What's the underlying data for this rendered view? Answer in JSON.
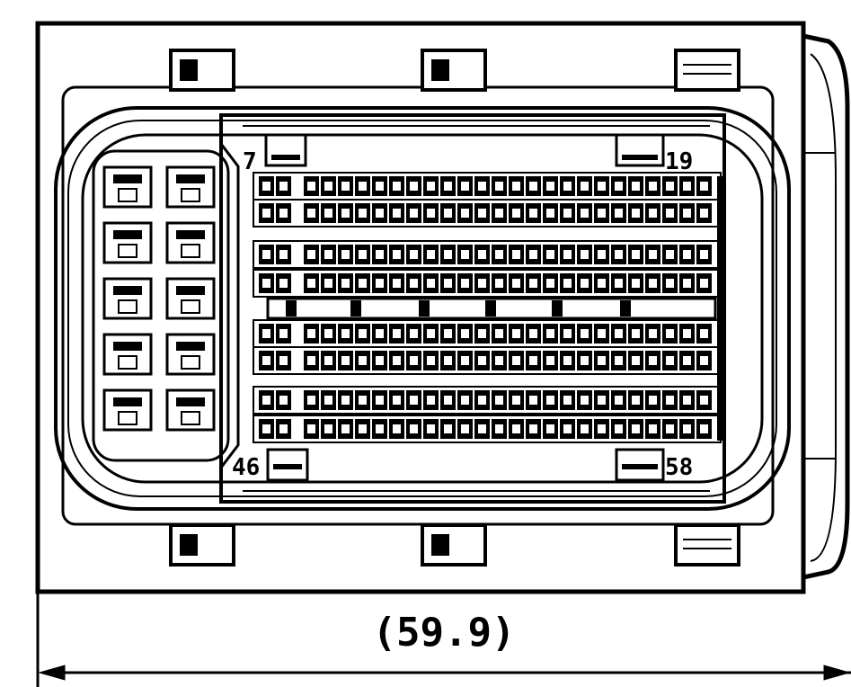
{
  "drawing": {
    "pin_labels": {
      "top_left": "7",
      "top_right": "19",
      "bottom_left": "46",
      "bottom_right": "58"
    },
    "dimension": {
      "value_text": "(59.9)"
    },
    "colors": {
      "line": "#000000",
      "background": "#ffffff"
    }
  }
}
